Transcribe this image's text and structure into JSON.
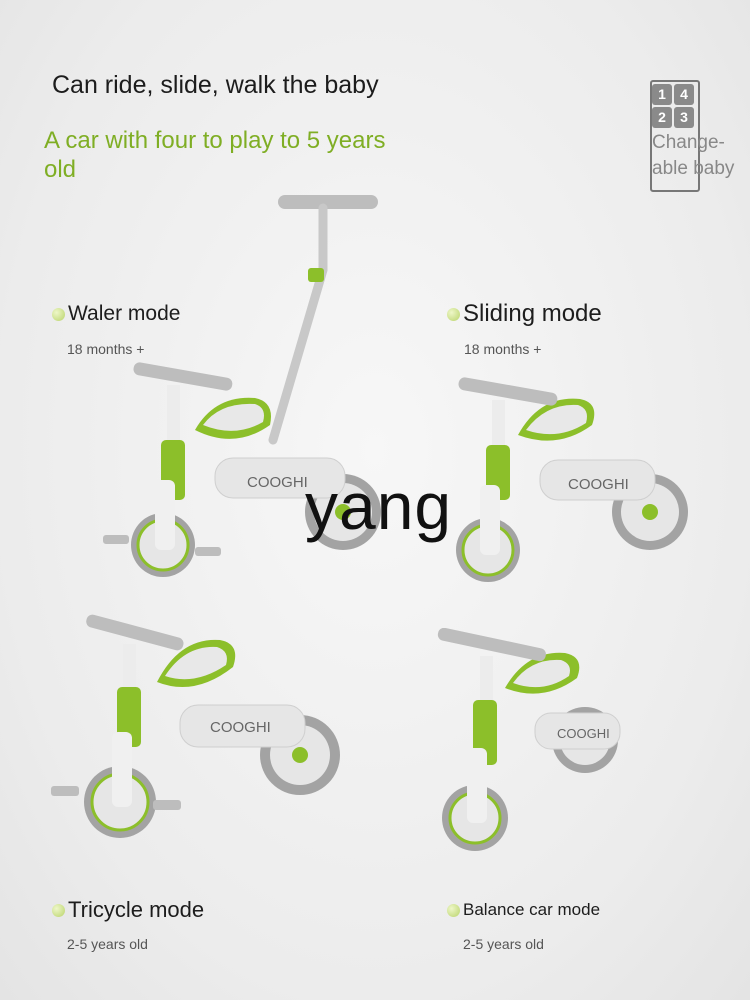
{
  "header": {
    "title": "Can ride, slide, walk the baby",
    "subtitle": "A car with four to play to 5 years old"
  },
  "badge": {
    "digits": [
      "1",
      "4",
      "2",
      "3"
    ],
    "text": "Change-able baby"
  },
  "watermark": "yang",
  "brand": "COOGHI",
  "modes": [
    {
      "title": "Waler mode",
      "age": "18 months +"
    },
    {
      "title": "Sliding mode",
      "age": "18 months +"
    },
    {
      "title": "Tricycle mode",
      "age": "2-5 years old"
    },
    {
      "title": "Balance car mode",
      "age": "2-5 years old"
    }
  ],
  "colors": {
    "accent": "#8cbf2a",
    "frame": "#e3e3e3",
    "tire": "#9a9a9a"
  }
}
